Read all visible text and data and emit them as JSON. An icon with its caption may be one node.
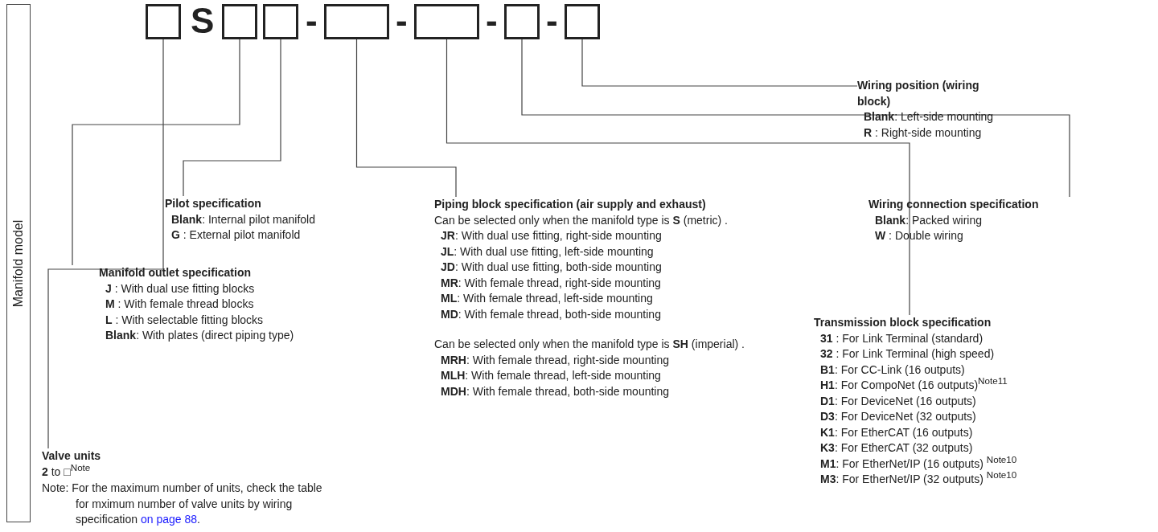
{
  "diagram": {
    "nodes": [
      {
        "text": [
          "Manifold model"
        ]
      },
      {
        "text": [],
        "shape": "box"
      },
      {
        "text": [],
        "shape": "box"
      },
      {
        "text": [],
        "shape": "box"
      },
      {
        "text": [],
        "shape": "box"
      },
      {
        "text": [],
        "shape": "box"
      },
      {
        "text": [],
        "shape": "box"
      },
      {
        "text": [],
        "shape": "box"
      },
      {
        "text": [
          "Wiring position (wiring block)",
          "**Blank**: Left-side mounting",
          "**R** : Right-side mounting"
        ]
      },
      {
        "text": [
          "Wiring connection specification",
          "**Blank**: Packed wiring",
          "**W** : Double wiring"
        ]
      },
      {
        "text": [
          "Transmission block specification",
          "**31** : For Link Terminal (standard)",
          "**32** : For Link Terminal (high speed)",
          "**B1**: For CC-Link (16 outputs)",
          "**H1**: For CompoNet (16 outputs)$^{Note11}$",
          "**D1**: For DeviceNet (16 outputs)",
          "**D3**: For DeviceNet (32 outputs)",
          "**K1**: For EtherCAT (16 outputs)",
          "**K3**: For EtherCAT (32 outputs)",
          "**M1**: For EtherNet/IP (16 outputs) $^{Note10}$",
          "**M3**: For EtherNet/IP (32 outputs) $^{Note10}$"
        ]
      },
      {
        "text": [
          "Piping block specification (air supply and exhaust)",
          "Can be selected only when the manifold type is **S** (metric) .",
          "**JR**: With dual use fitting, right-side mounting",
          "**JL**: With dual use fitting, left-side mounting",
          "**JD**: With dual use fitting, both-side mounting",
          "**MR**: With female thread, right-side mounting",
          "**ML**: With female thread, left-side mounting",
          "**MD**: With female thread, both-side mounting",
          "Can be selected only when the manifold type is **SH** (imperial) .",
          "**MRH**: With female thread, right-side mounting",
          "**MLH**: With female thread, left-side mounting",
          "**MDH**: With female thread, both-side mounting"
        ]
      },
      {
        "text": [
          "Pilot specification",
          "**Blank**: Internal pilot manifold",
          "**G** : External pilot manifold"
        ]
      },
      {
        "text": [
          "Manifold outlet specification",
          "**J** : With dual use fitting blocks",
          "**M** : With female thread blocks",
          "**L** : With selectable fitting blocks",
          "**Blank**: With plates (direct piping type)"
        ]
      },
      {
        "text": [
          "Valve units",
          "**2** to □$^{Note}$"
        ]
      }
    ],
    "edges": [
      {
        "from": 1,
        "to": 14,
        "arrow": "none"
      },
      {
        "from": 2,
        "to": 13,
        "arrow": "none"
      },
      {
        "from": 3,
        "to": 12,
        "arrow": "none"
      },
      {
        "from": 4,
        "to": 11,
        "arrow": "none"
      },
      {
        "from": 5,
        "to": 10,
        "arrow": "none"
      },
      {
        "from": 6,
        "to": 9,
        "arrow": "none"
      },
      {
        "from": 7,
        "to": 8,
        "arrow": "none"
      }
    ],
    "labels": [
      "S",
      "-",
      "-",
      "-",
      "-",
      "Note: For the maximum number of units, check the table for mximum number of valve units by wiring specification",
      "on page 88",
      "."
    ]
  }
}
